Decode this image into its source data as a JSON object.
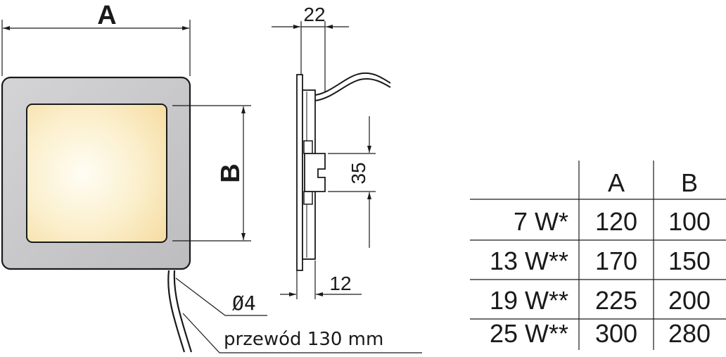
{
  "dimensions": {
    "front_width_label": "A",
    "front_height_label": "B",
    "side_depth": "22",
    "side_center": "35",
    "side_bottom": "12",
    "cable_diameter": "Ø4",
    "cable_note": "przewód 130 mm"
  },
  "table": {
    "headers": [
      "",
      "A",
      "B"
    ],
    "rows": [
      {
        "power": "7 W*",
        "a": "120",
        "b": "100"
      },
      {
        "power": "13 W**",
        "a": "170",
        "b": "150"
      },
      {
        "power": "19 W**",
        "a": "225",
        "b": "200"
      },
      {
        "power": "25 W**",
        "a": "300",
        "b": "280"
      }
    ]
  },
  "colors": {
    "frame_fill": "#c9c9cb",
    "panel_glow_center": "#fffdf4",
    "panel_glow_edge": "#f6dda4",
    "line": "#1a1a1a"
  }
}
